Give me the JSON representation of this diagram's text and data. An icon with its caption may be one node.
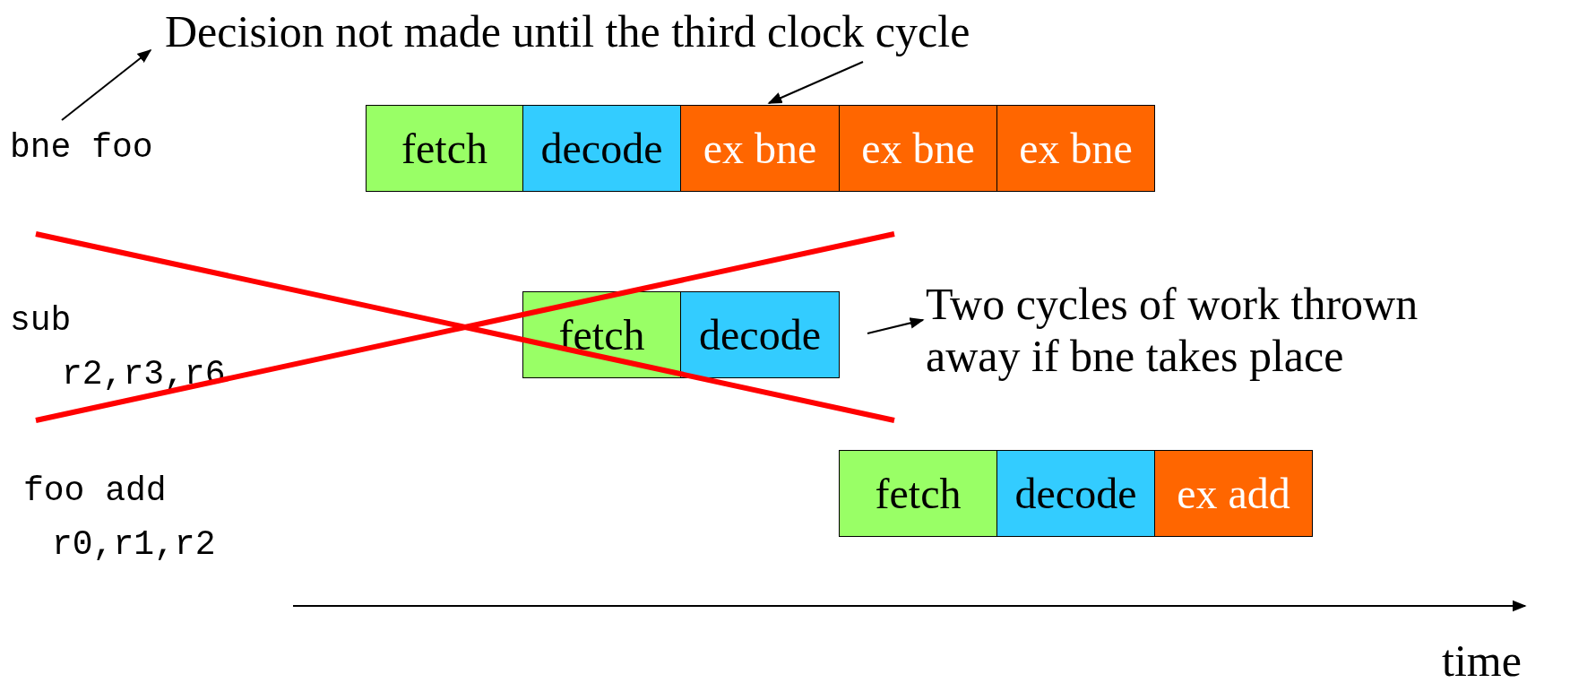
{
  "diagram": {
    "nodes": [
      {
        "text": [
          "bne foo"
        ]
      },
      {
        "text": [
          "Decision not made until the third clock cycle"
        ]
      },
      {
        "text": [
          "fetch"
        ]
      },
      {
        "text": [
          "decode"
        ]
      },
      {
        "text": [
          "ex bne"
        ]
      },
      {
        "text": [
          "ex bne"
        ]
      },
      {
        "text": [
          "ex bne"
        ]
      },
      {
        "text": [
          "sub r2,r3,r6"
        ]
      },
      {
        "text": [
          "fetch"
        ]
      },
      {
        "text": [
          "decode"
        ]
      },
      {
        "text": [
          "Two cycles of work thrown away if bne takes place"
        ]
      },
      {
        "text": [
          "foo add r0,r1,r2"
        ]
      },
      {
        "text": [
          "fetch"
        ]
      },
      {
        "text": [
          "decode"
        ]
      },
      {
        "text": [
          "ex add"
        ]
      }
    ],
    "edges": [
      {
        "from": 0,
        "to": 1,
        "arrow": "to"
      },
      {
        "from": 1,
        "to": 4,
        "arrow": "to"
      },
      {
        "from": 9,
        "to": 10,
        "arrow": "to"
      }
    ],
    "labels": [
      "time"
    ]
  }
}
